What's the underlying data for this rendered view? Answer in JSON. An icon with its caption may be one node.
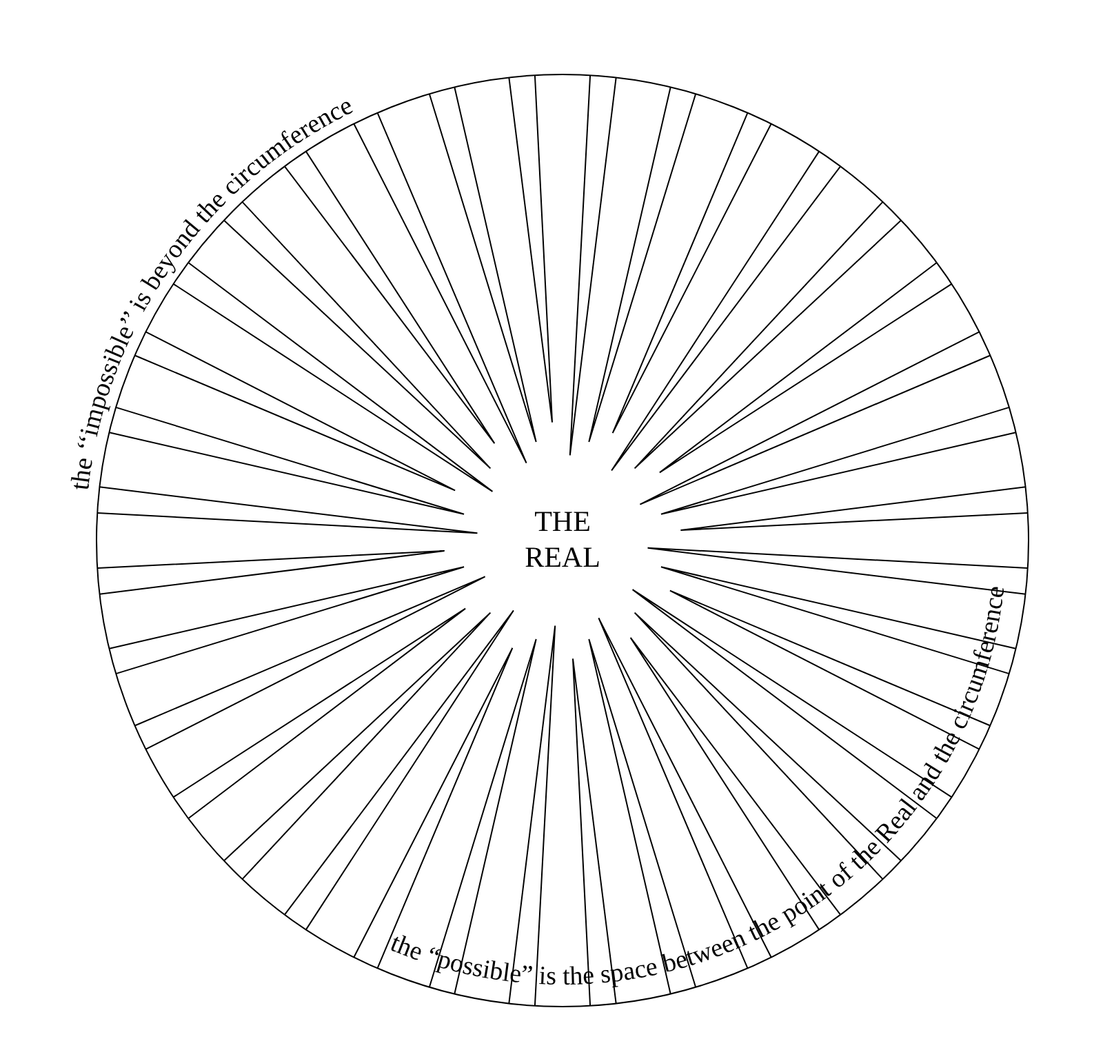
{
  "diagram": {
    "nodes": [
      {
        "text": [
          "THE REAL"
        ]
      }
    ],
    "labels": [
      "the ‘‘impossible’’ is beyond the circumference",
      "the “possible” is the space between the point of the Real and the circumference"
    ]
  }
}
